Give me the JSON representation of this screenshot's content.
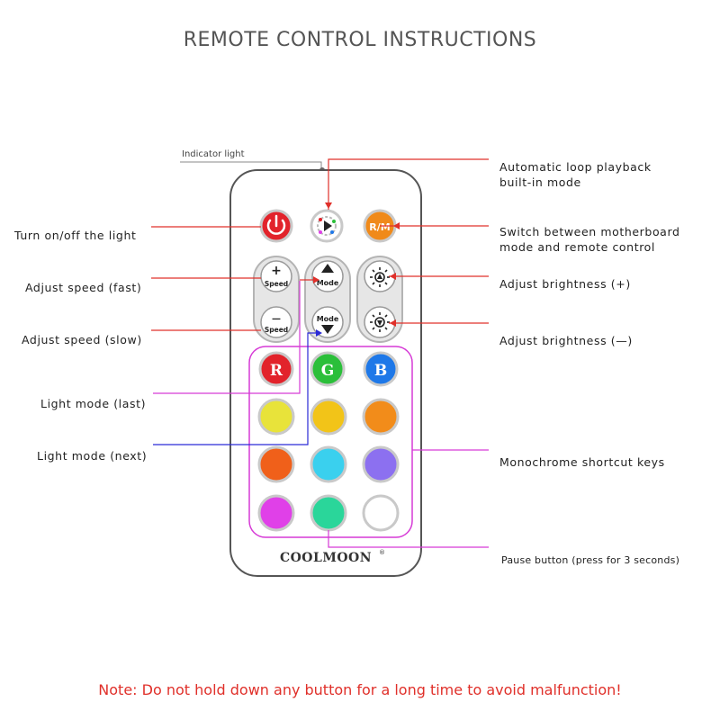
{
  "title": "REMOTE CONTROL INSTRUCTIONS",
  "indicator_label": "Indicator light",
  "labels": {
    "power": "Turn on/off the light",
    "speed_fast": "Adjust speed (fast)",
    "speed_slow": "Adjust speed (slow)",
    "mode_last": "Light mode (last)",
    "mode_next": "Light mode (next)",
    "auto_loop_line1": "Automatic loop playback",
    "auto_loop_line2": "built-in mode",
    "rm_line1": "Switch between motherboard",
    "rm_line2": "mode and remote control",
    "bright_up": "Adjust brightness (+)",
    "bright_down": "Adjust brightness (—)",
    "mono": "Monochrome shortcut keys",
    "pause": "Pause button (press for 3 seconds)"
  },
  "buttons": {
    "rm": "R/M",
    "speed": "Speed",
    "plus": "+",
    "minus": "—",
    "mode": "Mode",
    "r": "R",
    "g": "G",
    "b": "B"
  },
  "brand": "COOLMOON",
  "brand_mark": "®",
  "note": "Note: Do not hold down any button for a long time to avoid malfunction!",
  "colors": {
    "line_red": "#e0302a",
    "line_magenta": "#d63ad6",
    "line_blue": "#2a2ad6",
    "power": "#e2232b",
    "rm": "#f08a1a",
    "color_keys": [
      "#e8e33a",
      "#f2c418",
      "#f28c1a",
      "#f0601a",
      "#3ad0ee",
      "#8c70f0",
      "#e040e8",
      "#2ad69a",
      "#ffffff"
    ],
    "r_key": "#e2232b",
    "g_key": "#2bbf3a",
    "b_key": "#1e78e8"
  }
}
